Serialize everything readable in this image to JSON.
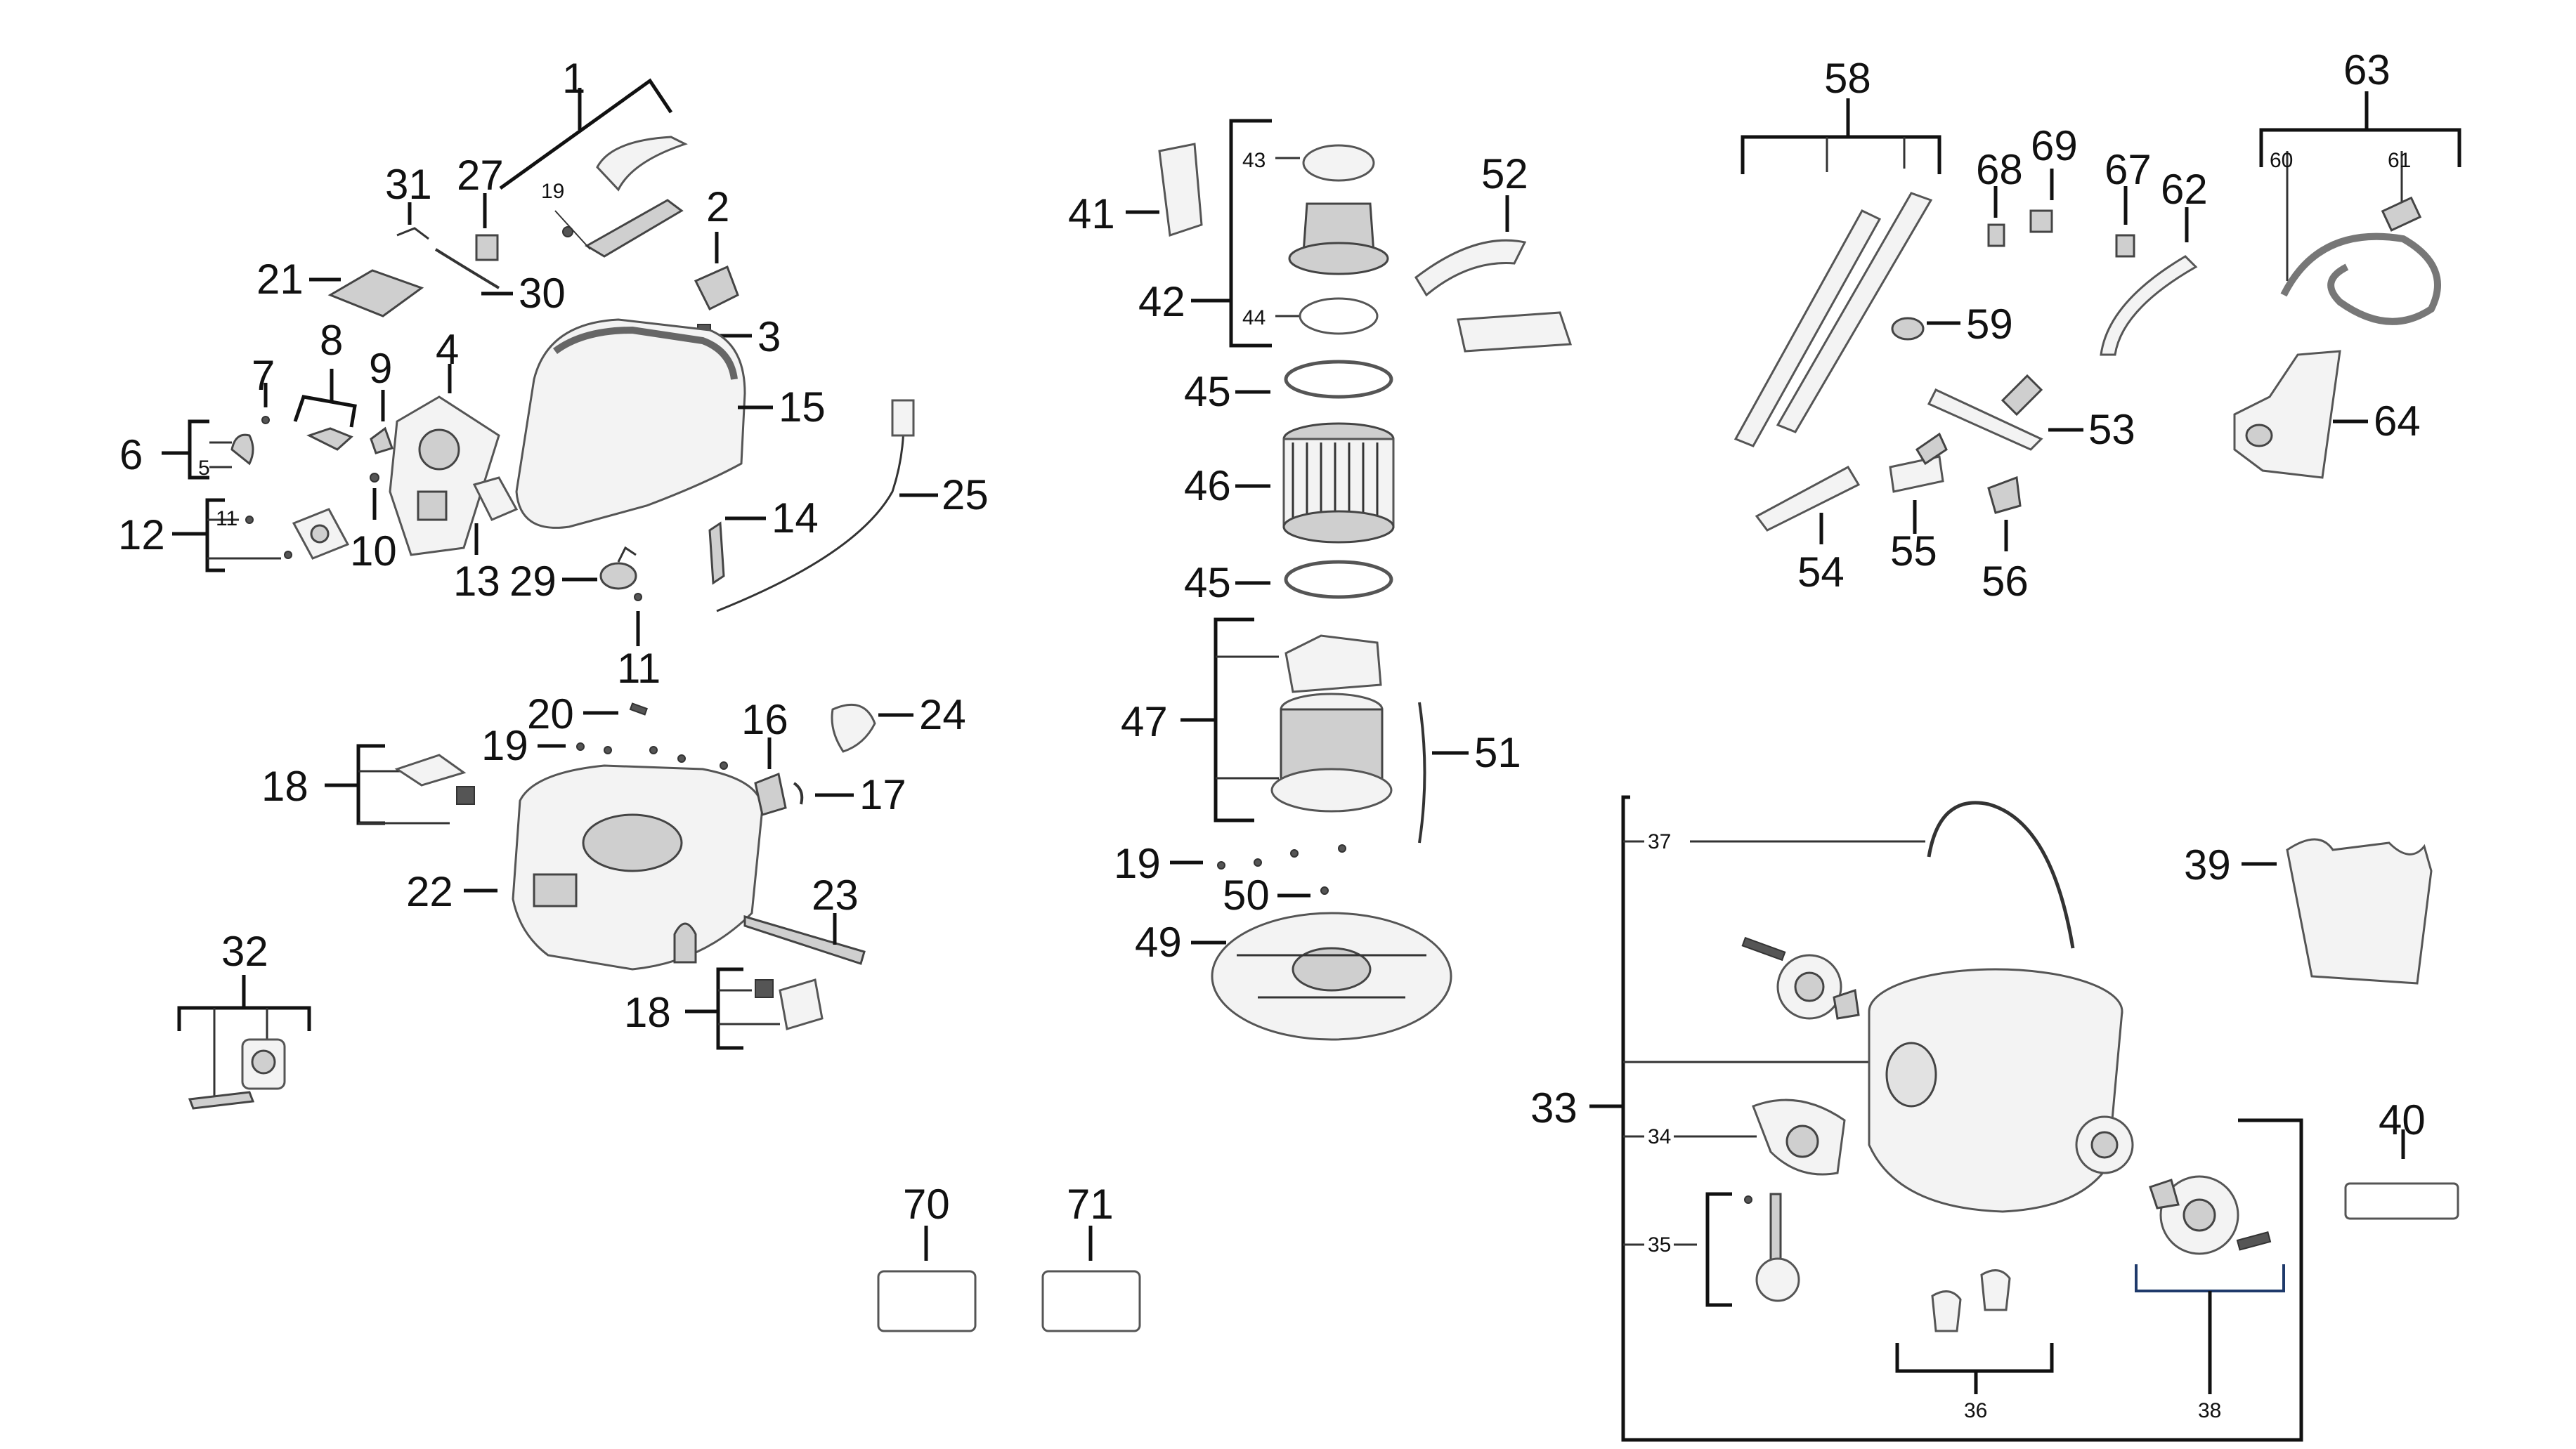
{
  "labels": {
    "p1": "1",
    "p2": "2",
    "p3": "3",
    "p4": "4",
    "p5": "5",
    "p6": "6",
    "p7": "7",
    "p8": "8",
    "p9": "9",
    "p10": "10",
    "p11a": "11",
    "p11b": "11",
    "p12": "12",
    "p13": "13",
    "p14": "14",
    "p15": "15",
    "p16": "16",
    "p17": "17",
    "p18a": "18",
    "p18b": "18",
    "p19a": "19",
    "p19b": "19",
    "p19c": "19",
    "p20": "20",
    "p21": "21",
    "p22": "22",
    "p23": "23",
    "p24": "24",
    "p25": "25",
    "p27": "27",
    "p29": "29",
    "p30": "30",
    "p31": "31",
    "p32": "32",
    "p33": "33",
    "p34": "34",
    "p35": "35",
    "p36": "36",
    "p37": "37",
    "p38": "38",
    "p39": "39",
    "p40": "40",
    "p41": "41",
    "p42": "42",
    "p43": "43",
    "p44": "44",
    "p45a": "45",
    "p45b": "45",
    "p46": "46",
    "p47": "47",
    "p49": "49",
    "p50": "50",
    "p51": "51",
    "p52": "52",
    "p53": "53",
    "p54": "54",
    "p55": "55",
    "p56": "56",
    "p58": "58",
    "p59": "59",
    "p60": "60",
    "p61": "61",
    "p62": "62",
    "p63": "63",
    "p64": "64",
    "p67": "67",
    "p68": "68",
    "p69": "69",
    "p70": "70",
    "p71": "71"
  }
}
